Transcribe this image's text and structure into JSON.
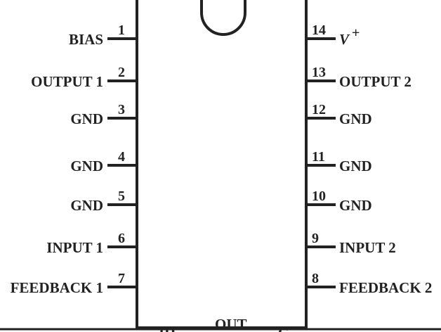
{
  "left_pins": [
    {
      "number": "1",
      "label": "BIAS"
    },
    {
      "number": "2",
      "label": "OUTPUT 1"
    },
    {
      "number": "3",
      "label": "GND"
    },
    {
      "number": "4",
      "label": "GND"
    },
    {
      "number": "5",
      "label": "GND"
    },
    {
      "number": "6",
      "label": "INPUT 1"
    },
    {
      "number": "7",
      "label": "FEEDBACK 1"
    }
  ],
  "right_pins": [
    {
      "number": "14",
      "label": "V",
      "superscript": "+"
    },
    {
      "number": "13",
      "label": "OUTPUT 2"
    },
    {
      "number": "12",
      "label": "GND"
    },
    {
      "number": "11",
      "label": "GND"
    },
    {
      "number": "10",
      "label": "GND"
    },
    {
      "number": "9",
      "label": "INPUT 2"
    },
    {
      "number": "8",
      "label": "FEEDBACK 2"
    }
  ],
  "bottom": {
    "center_label": "OUT",
    "left_partial": "ID",
    "right_partial": "C"
  }
}
